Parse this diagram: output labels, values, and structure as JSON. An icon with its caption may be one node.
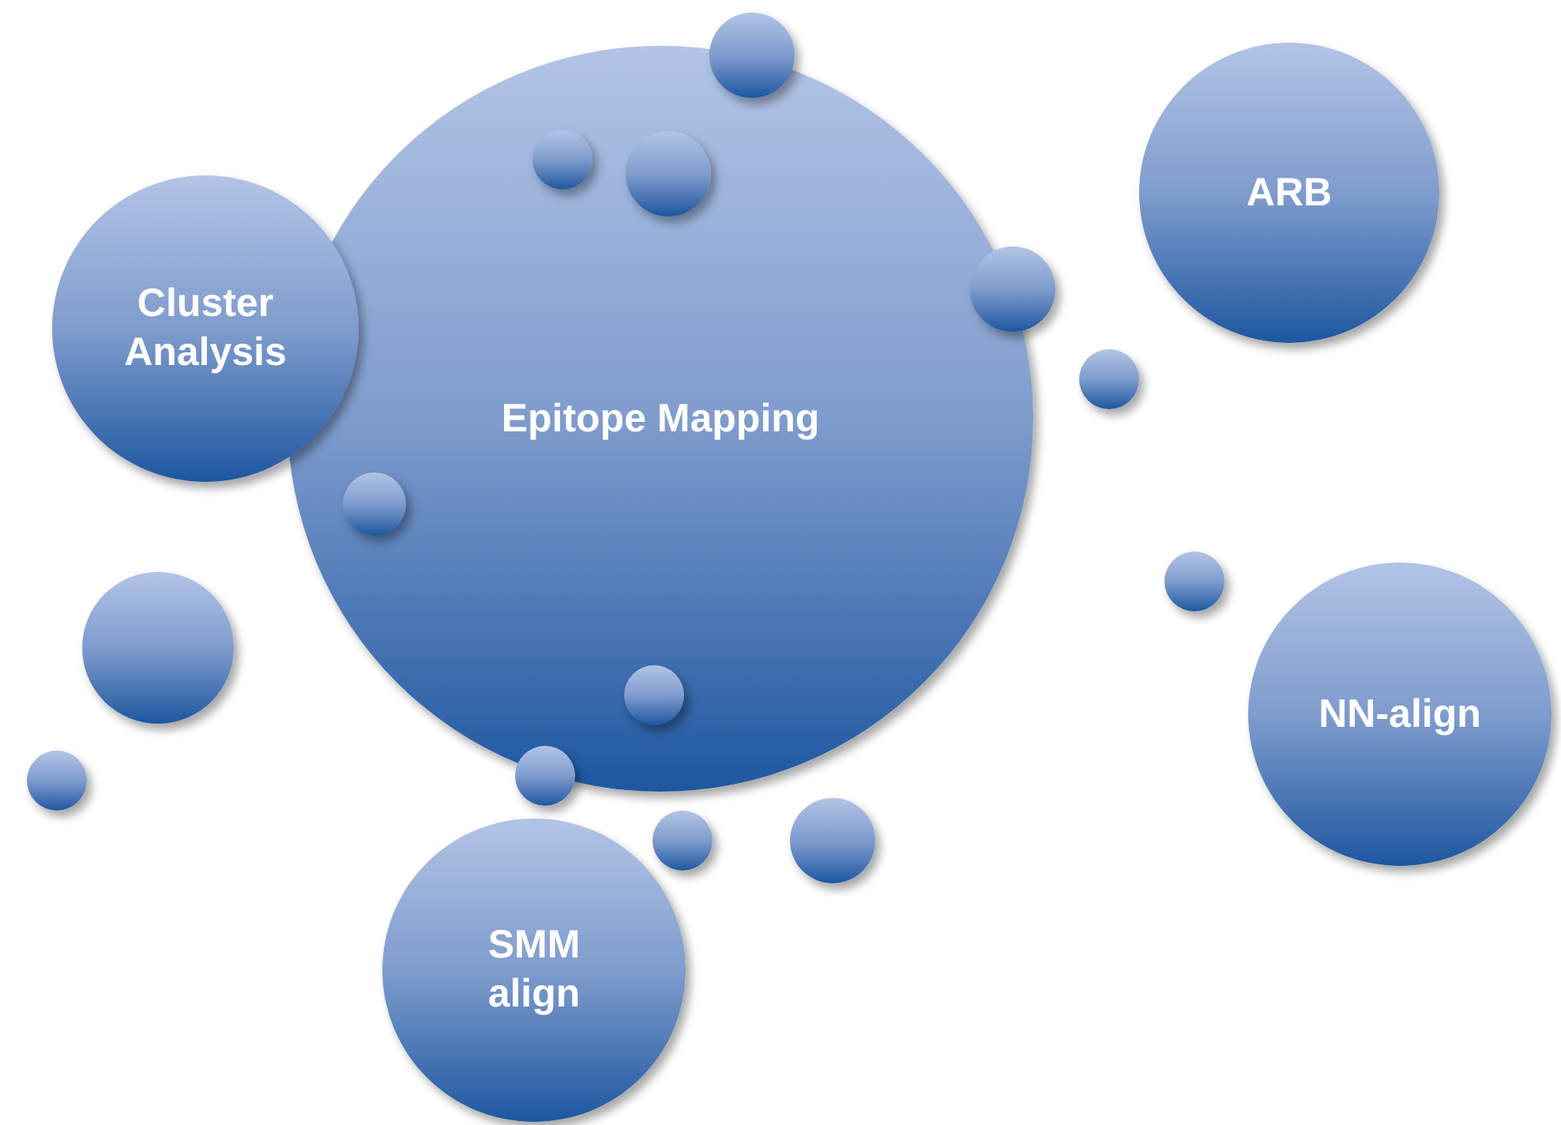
{
  "diagram": {
    "nodes": [
      {
        "text": [
          "Epitope Mapping"
        ]
      },
      {
        "text": [
          "Cluster Analysis"
        ]
      },
      {
        "text": [
          "ARB"
        ]
      },
      {
        "text": [
          "NN-align"
        ]
      },
      {
        "text": [
          "SMM align"
        ]
      },
      {
        "text": [],
        "shape": "circle"
      },
      {
        "text": [],
        "shape": "circle",
        "in": 0
      },
      {
        "text": [],
        "shape": "circle",
        "in": 0
      },
      {
        "text": [],
        "shape": "circle"
      },
      {
        "text": [],
        "shape": "circle"
      },
      {
        "text": [],
        "shape": "circle",
        "in": 0
      },
      {
        "text": [],
        "shape": "circle"
      },
      {
        "text": [],
        "shape": "circle"
      },
      {
        "text": [],
        "shape": "circle",
        "in": 0
      },
      {
        "text": [],
        "shape": "circle"
      },
      {
        "text": [],
        "shape": "circle"
      },
      {
        "text": [],
        "shape": "circle"
      },
      {
        "text": [],
        "shape": "circle"
      }
    ]
  }
}
